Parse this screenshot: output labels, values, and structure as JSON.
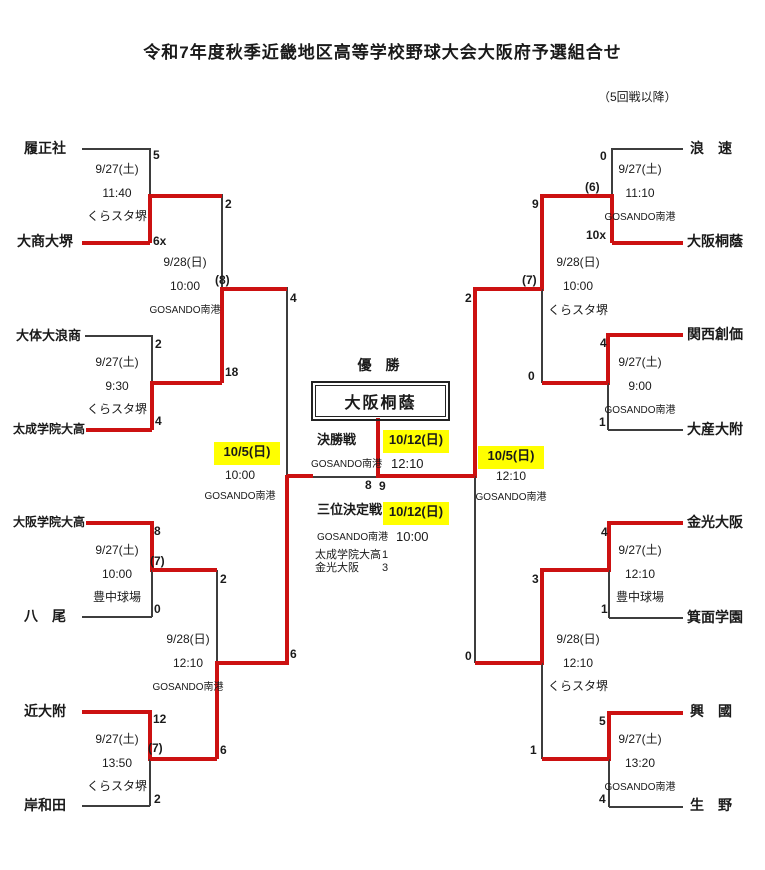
{
  "colors": {
    "winner_path": "#cc1111",
    "bracket_line": "#3d3d3d",
    "date_highlight": "#ffff00"
  },
  "header": {
    "title": "令和7年度秋季近畿地区高等学校野球大会大阪府予選組合せ",
    "subtitle": "（5回戦以降）"
  },
  "champion": {
    "label": "優　勝",
    "name": "大阪桐蔭"
  },
  "final": {
    "label": "決勝戦",
    "date": "10/12(日)",
    "time": "12:10",
    "venue": "GOSANDO南港",
    "left_score": "8",
    "right_score": "9"
  },
  "third_place": {
    "label": "三位決定戦",
    "date": "10/12(日)",
    "time": "10:00",
    "venue": "GOSANDO南港",
    "rows": [
      {
        "name": "太成学院大高",
        "score": "1"
      },
      {
        "name": "金光大阪",
        "score": "3"
      }
    ]
  },
  "round5": [
    {
      "date": "9/27(土)",
      "time": "11:40",
      "venue": "くらスタ堺",
      "note": "",
      "top": {
        "name": "履正社",
        "score": "5"
      },
      "bottom": {
        "name": "大商大堺",
        "score": "6x"
      }
    },
    {
      "date": "9/27(土)",
      "time": "9:30",
      "venue": "くらスタ堺",
      "note": "",
      "top": {
        "name": "大体大浪商",
        "score": "2"
      },
      "bottom": {
        "name": "太成学院大高",
        "score": "4"
      }
    },
    {
      "date": "9/27(土)",
      "time": "10:00",
      "venue": "豊中球場",
      "note": "(7)",
      "top": {
        "name": "大阪学院大高",
        "score": "8"
      },
      "bottom": {
        "name": "八　尾",
        "score": "0"
      }
    },
    {
      "date": "9/27(土)",
      "time": "13:50",
      "venue": "くらスタ堺",
      "note": "(7)",
      "top": {
        "name": "近大附",
        "score": "12"
      },
      "bottom": {
        "name": "岸和田",
        "score": "2"
      }
    },
    {
      "date": "9/27(土)",
      "time": "11:10",
      "venue": "GOSANDO南港",
      "note": "(6)",
      "top": {
        "name": "浪　速",
        "score": "0"
      },
      "bottom": {
        "name": "大阪桐蔭",
        "score": "10x"
      }
    },
    {
      "date": "9/27(土)",
      "time": "9:00",
      "venue": "GOSANDO南港",
      "note": "",
      "top": {
        "name": "関西創価",
        "score": "4"
      },
      "bottom": {
        "name": "大産大附",
        "score": "1"
      }
    },
    {
      "date": "9/27(土)",
      "time": "12:10",
      "venue": "豊中球場",
      "note": "",
      "top": {
        "name": "金光大阪",
        "score": "4"
      },
      "bottom": {
        "name": "箕面学園",
        "score": "1"
      }
    },
    {
      "date": "9/27(土)",
      "time": "13:20",
      "venue": "GOSANDO南港",
      "note": "",
      "top": {
        "name": "興　國",
        "score": "5"
      },
      "bottom": {
        "name": "生　野",
        "score": "4"
      }
    }
  ],
  "quarterfinals": [
    {
      "date": "9/28(日)",
      "time": "10:00",
      "venue": "GOSANDO南港",
      "note": "(8)",
      "top_score": "2",
      "bottom_score": "18"
    },
    {
      "date": "9/28(日)",
      "time": "12:10",
      "venue": "GOSANDO南港",
      "note": "",
      "top_score": "2",
      "bottom_score": "6"
    },
    {
      "date": "9/28(日)",
      "time": "10:00",
      "venue": "くらスタ堺",
      "note": "(7)",
      "top_score": "9",
      "bottom_score": "0"
    },
    {
      "date": "9/28(日)",
      "time": "12:10",
      "venue": "くらスタ堺",
      "note": "",
      "top_score": "3",
      "bottom_score": "1"
    }
  ],
  "semifinals": [
    {
      "date": "10/5(日)",
      "time": "10:00",
      "venue": "GOSANDO南港",
      "top_score": "4",
      "bottom_score": "6"
    },
    {
      "date": "10/5(日)",
      "time": "12:10",
      "venue": "GOSANDO南港",
      "top_score": "2",
      "bottom_score": "0"
    }
  ]
}
